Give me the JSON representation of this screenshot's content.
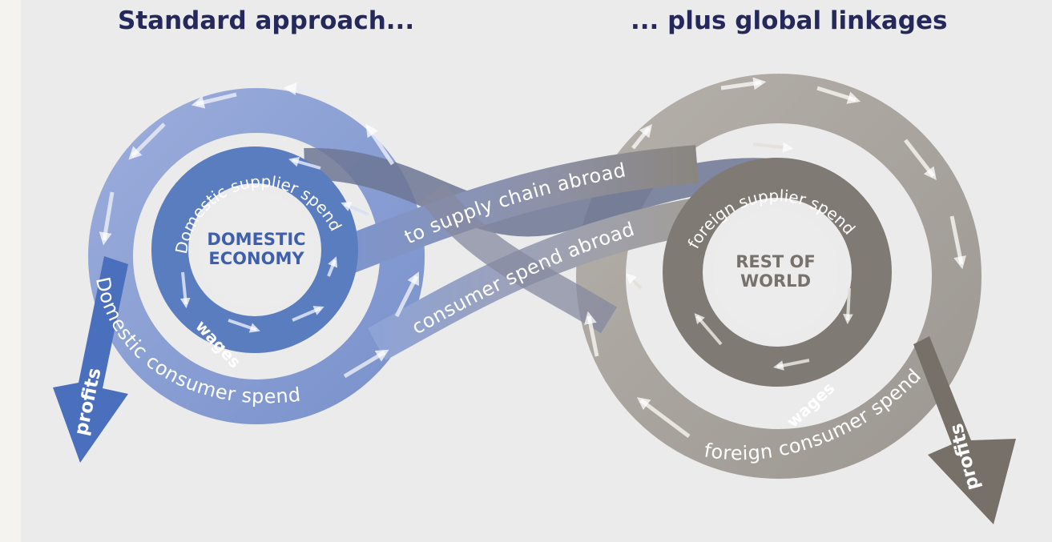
{
  "headings": {
    "left": "Standard approach...",
    "right": "... plus global linkages"
  },
  "domestic": {
    "hub_line1": "DOMESTIC",
    "hub_line2": "ECONOMY",
    "supplier_spend": "Domestic supplier spend",
    "wages": "wages",
    "consumer_spend": "Domestic consumer spend",
    "profits": "profits"
  },
  "linkages": {
    "supply_chain": "to supply chain abroad",
    "consumer_abroad": "consumer spend abroad"
  },
  "foreign": {
    "hub_line1": "REST OF",
    "hub_line2": "WORLD",
    "supplier_spend": "foreign supplier spend",
    "wages": "wages",
    "consumer_spend": "foreign consumer spend",
    "profits": "profits"
  },
  "colors": {
    "domestic_outer": "#8a9fd3",
    "domestic_inner": "#5a7dc0",
    "domestic_hub_text": "#3e5fae",
    "foreign_outer": "#aaa59f",
    "foreign_inner": "#7f7a74",
    "foreign_hub_text": "#77726c",
    "heading": "#25285a"
  }
}
